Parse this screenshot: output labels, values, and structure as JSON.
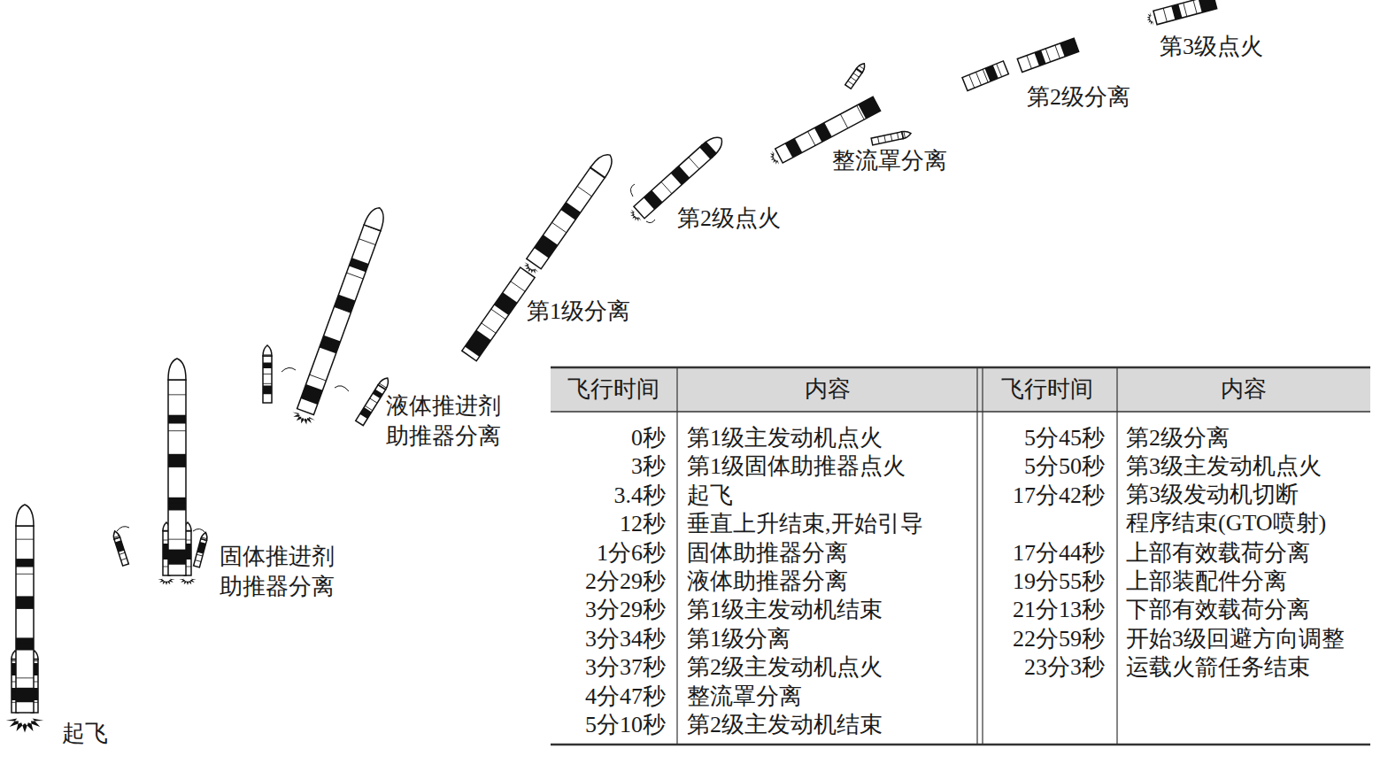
{
  "diagram": {
    "labels": [
      "起飞",
      "固体推进剂 助推器分离",
      "液体推进剂 助推器分离",
      "第1级分离",
      "第2级点火",
      "整流罩分离",
      "第2级分离",
      "第3级点火",
      "飞行时间",
      "内容",
      "飞行时间",
      "内容",
      "0秒",
      "第1级主发动机点火",
      "3秒",
      "第1级固体助推器点火",
      "3.4秒",
      "起飞",
      "12秒",
      "垂直上升结束,开始引导",
      "1分6秒",
      "固体助推器分离",
      "2分29秒",
      "液体助推器分离",
      "3分29秒",
      "第1级主发动机结束",
      "3分34秒",
      "第1级分离",
      "3分37秒",
      "第2级主发动机点火",
      "4分47秒",
      "整流罩分离",
      "5分10秒",
      "第2级主发动机结束",
      "5分45秒",
      "第2级分离",
      "5分50秒",
      "第3级主发动机点火",
      "17分42秒",
      "第3级发动机切断 程序结束(GTO喷射)",
      "17分44秒",
      "上部有效载荷分离",
      "19分55秒",
      "上部装配件分离",
      "21分13秒",
      "下部有效载荷分离",
      "22分59秒",
      "开始3级回避方向调整",
      "23分3秒",
      "运载火箭任务结束"
    ]
  }
}
